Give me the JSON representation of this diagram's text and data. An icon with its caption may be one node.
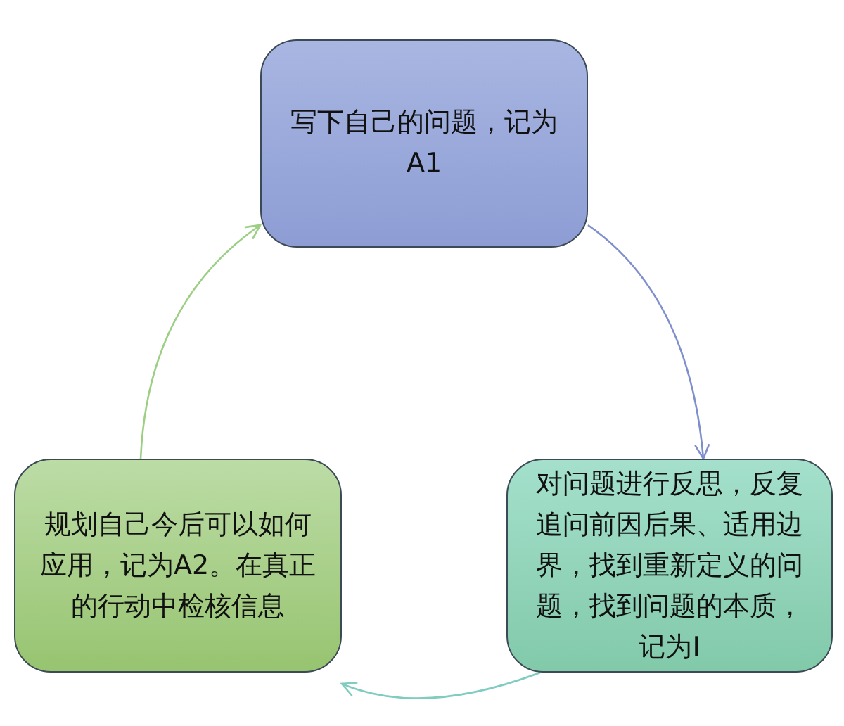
{
  "diagram": {
    "nodes": [
      {
        "text": [
          "写下自己的问题，记为A1"
        ]
      },
      {
        "text": [
          "对问题进行反思，反复追问前因后果、适用边界，找到重新定义的问题，找到问题的本质，记为I"
        ]
      },
      {
        "text": [
          "规划自己今后可以如何应用，记为A2。在真正的行动中检核信息"
        ]
      }
    ],
    "edges": [
      {
        "from": 0,
        "to": 1,
        "arrow": "to",
        "color": "#7f8fcc"
      },
      {
        "from": 1,
        "to": 2,
        "arrow": "to",
        "color": "#80ccc0"
      },
      {
        "from": 2,
        "to": 0,
        "arrow": "to",
        "color": "#9ccf84"
      }
    ]
  }
}
